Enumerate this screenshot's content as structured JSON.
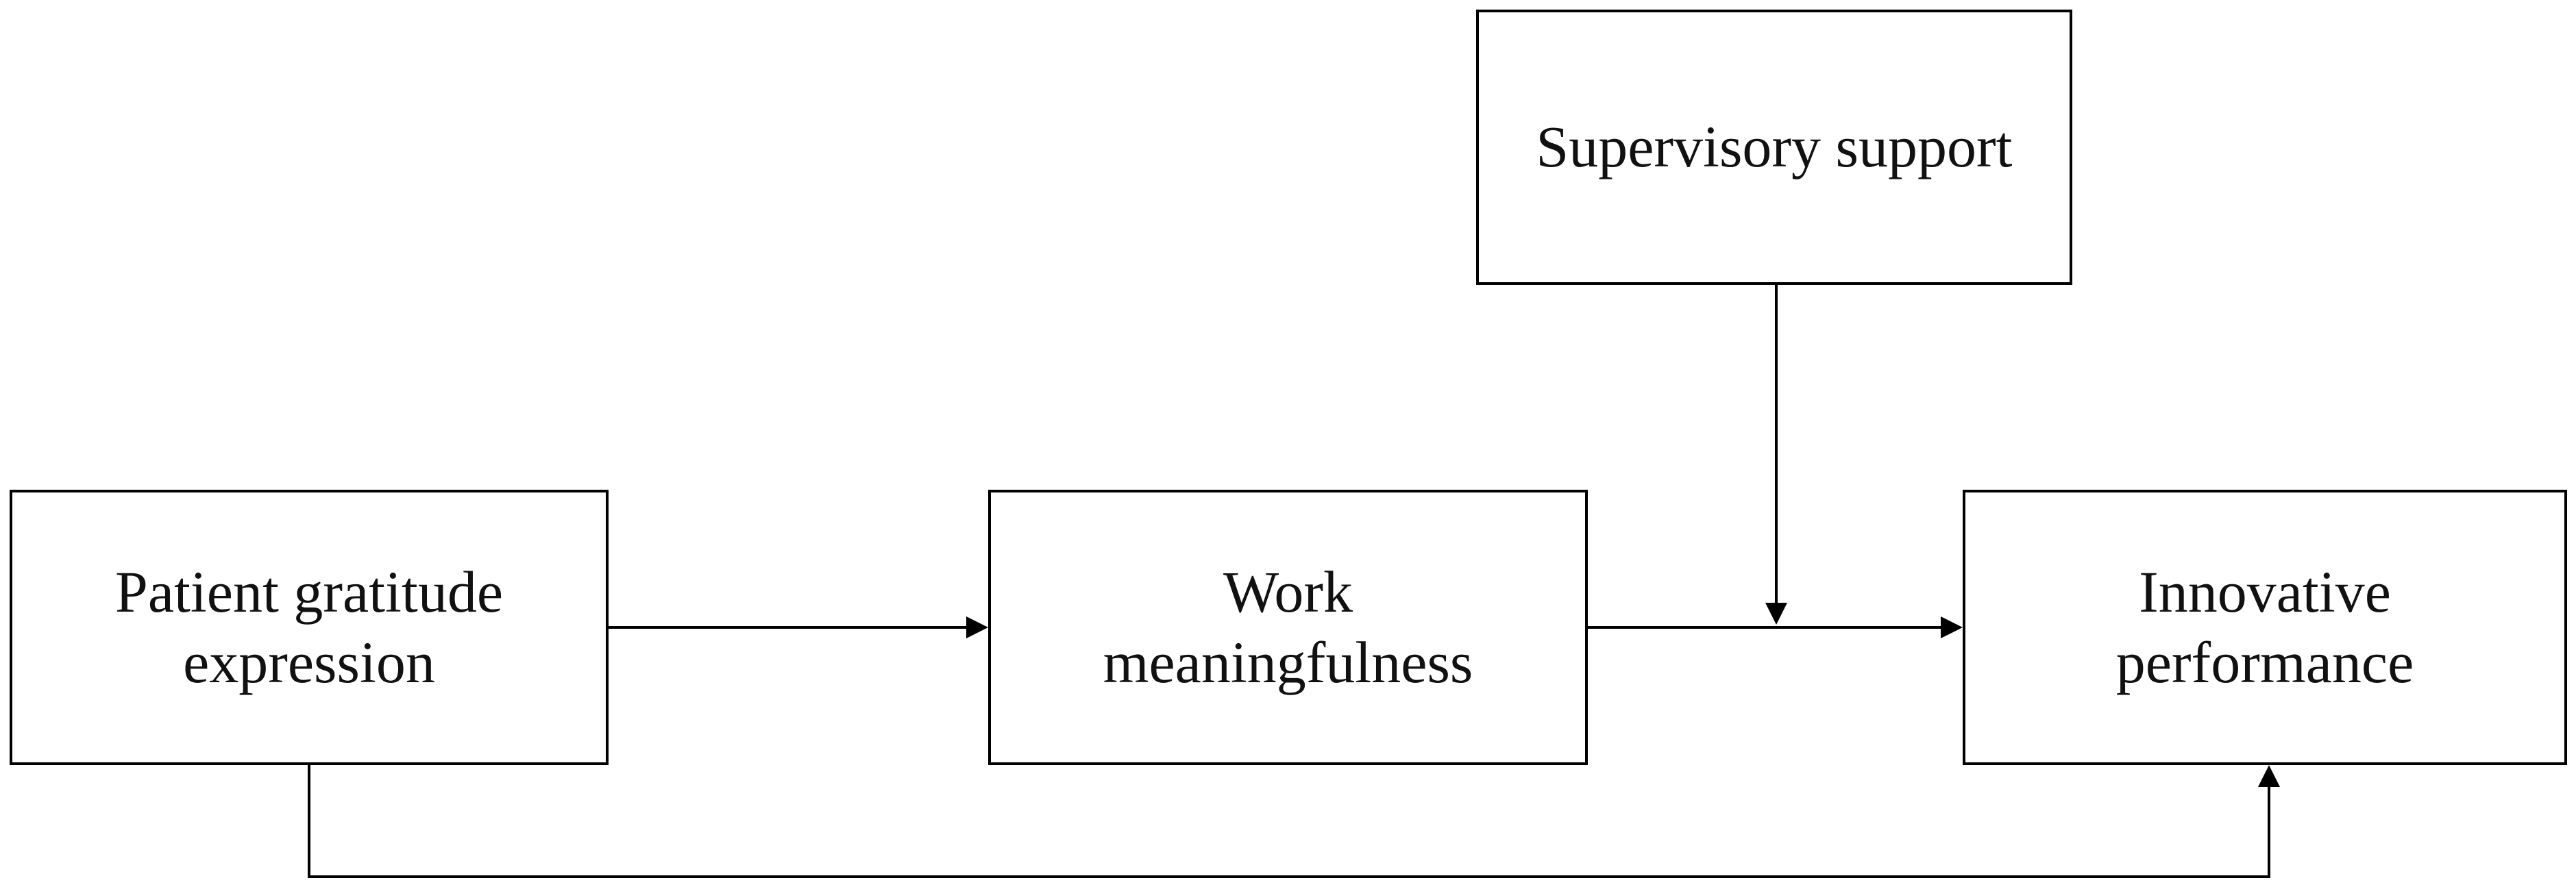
{
  "diagram": {
    "nodes": {
      "patient_gratitude": {
        "line1": "Patient gratitude",
        "line2": "expression"
      },
      "work_meaningfulness": {
        "line1": "Work",
        "line2": "meaningfulness"
      },
      "innovative_performance": {
        "line1": "Innovative",
        "line2": "performance"
      },
      "supervisory_support": {
        "line1": "Supervisory support"
      }
    },
    "edges": [
      {
        "from": "patient_gratitude",
        "to": "work_meaningfulness"
      },
      {
        "from": "work_meaningfulness",
        "to": "innovative_performance"
      },
      {
        "from": "supervisory_support",
        "to": "work_meaningfulness-innovative_performance"
      },
      {
        "from": "patient_gratitude",
        "to": "innovative_performance"
      }
    ],
    "colors": {
      "line": "#000000",
      "text": "#111111",
      "background": "#ffffff"
    }
  }
}
